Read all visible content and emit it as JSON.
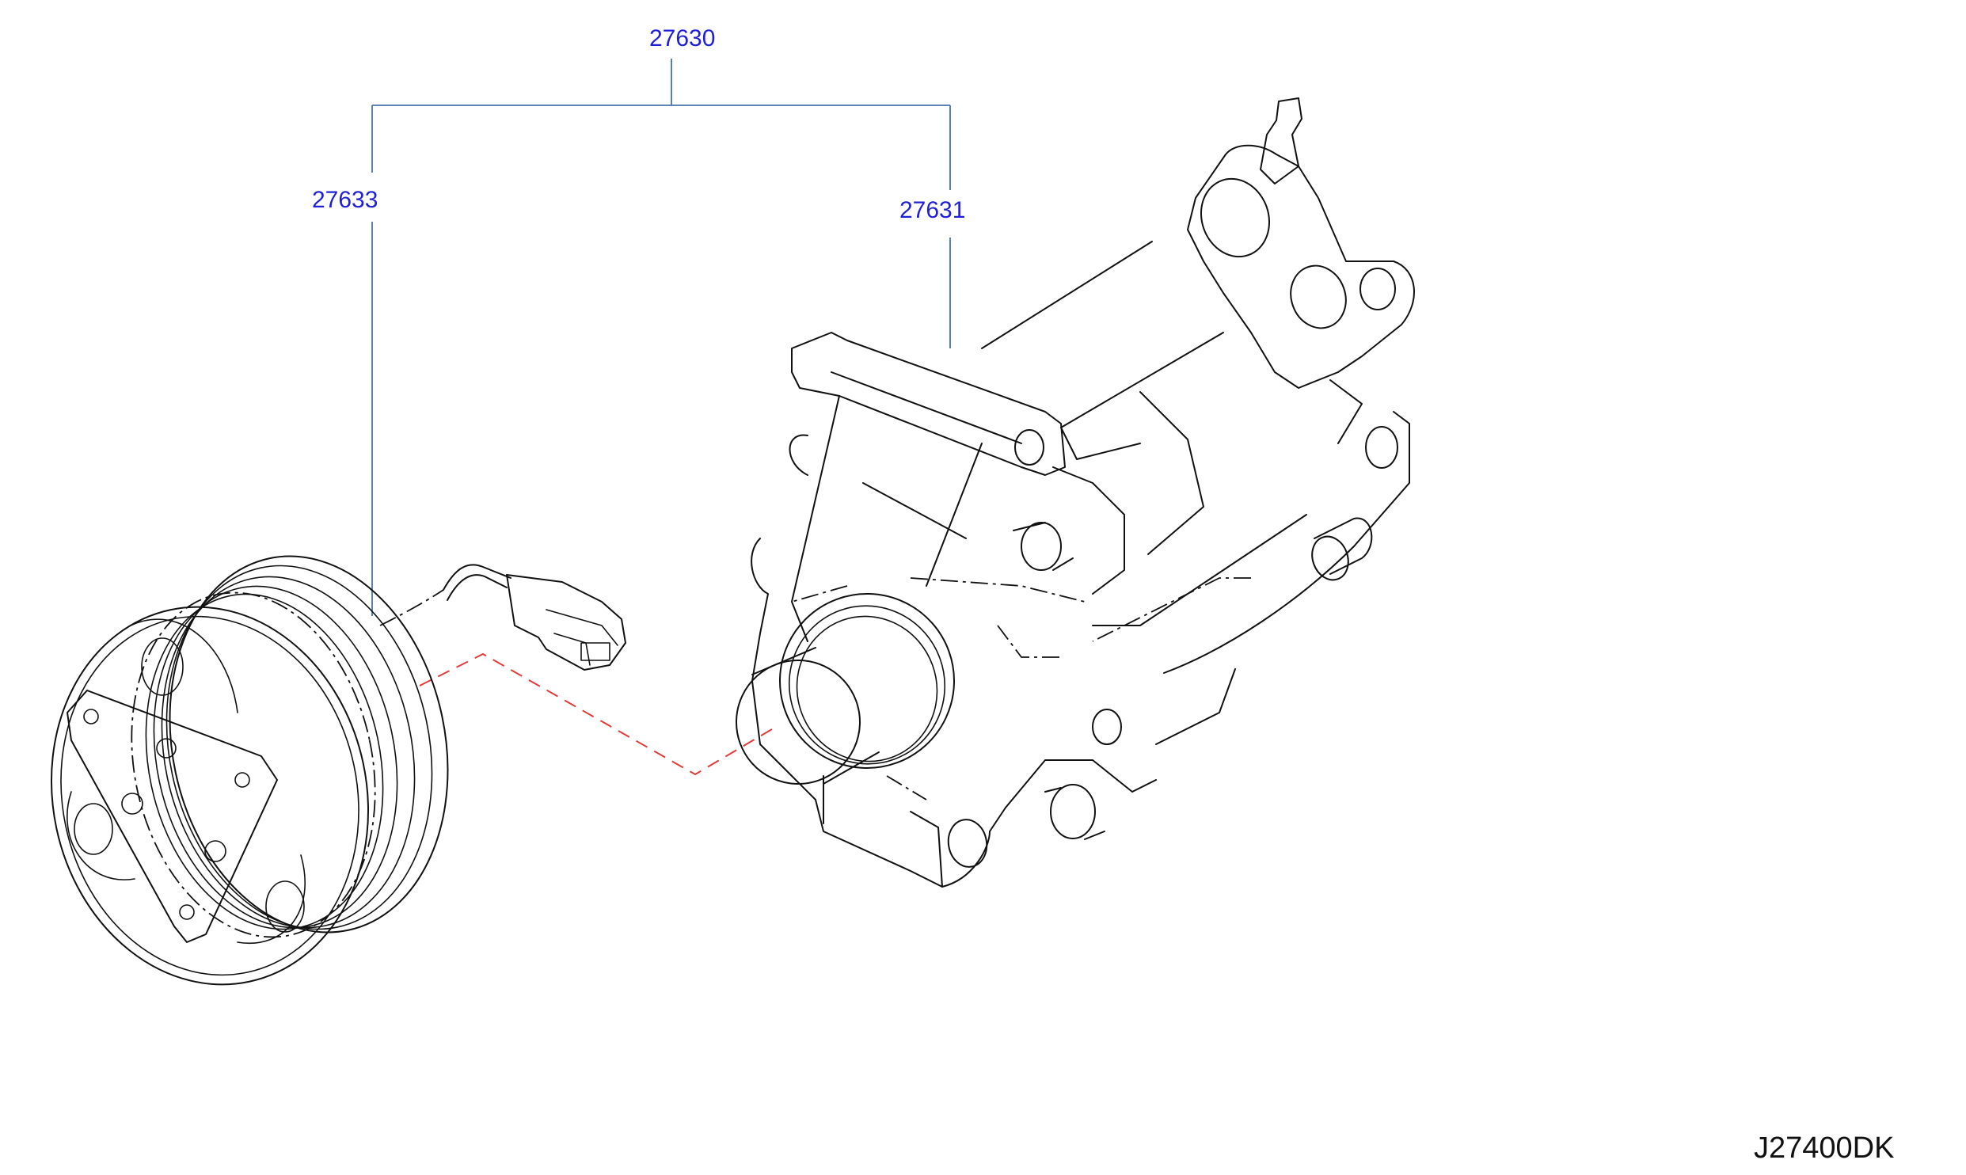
{
  "colors": {
    "line": "#111111",
    "label": "#1f1fd6",
    "leader": "#4a73a8",
    "assembly_line": "#e23a3a",
    "background": "#ffffff"
  },
  "labels": {
    "assembly": "27630",
    "clutch": "27633",
    "compressor": "27631"
  },
  "diagram_code": "J27400DK"
}
